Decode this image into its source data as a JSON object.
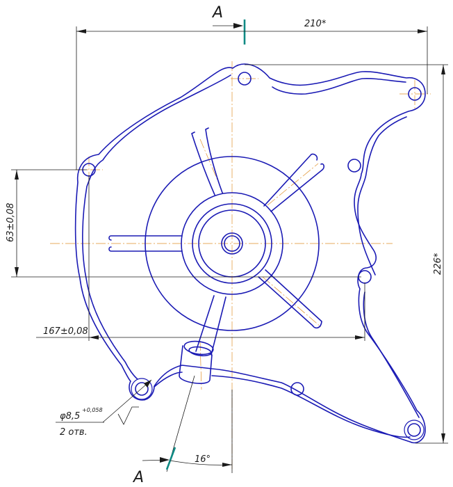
{
  "section": {
    "top_letter": "А",
    "bottom_letter": "А"
  },
  "dimensions": {
    "width_overall": "210*",
    "height_overall": "226*",
    "vertical_hole_spacing": "63±0,08",
    "horizontal_hole_spacing": "167±0,08",
    "hole_diameter": "φ8,5",
    "hole_tolerance": "+0,058",
    "hole_count": "2 отв.",
    "angle": "16°"
  },
  "colors": {
    "part_outline": "#1a1ab4",
    "centerline": "#e0902a",
    "section_mark": "#0f8a84",
    "dimension": "#1a1a1a"
  }
}
